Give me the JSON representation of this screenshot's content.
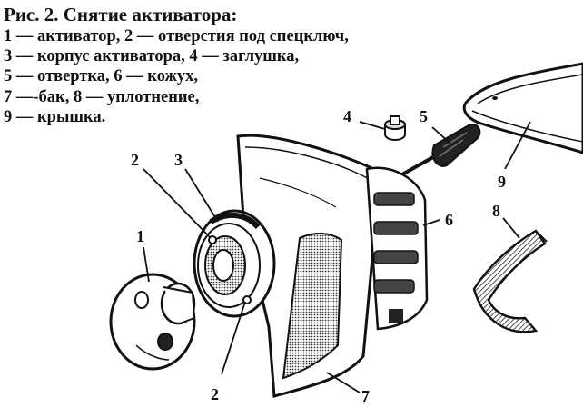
{
  "caption": {
    "title": "Рис. 2. Снятие активатора:",
    "lines": [
      "1 — активатор, 2 — отверстия под спецключ,",
      "3 — корпус активатора, 4 — заглушка,",
      "5 — отвертка, 6 — кожух,",
      "7 —-бак, 8 — уплотнение,",
      "9 — крышка."
    ]
  },
  "callouts": {
    "c1": "1",
    "c2a": "2",
    "c2b": "2",
    "c3": "3",
    "c4": "4",
    "c5": "5",
    "c6": "6",
    "c7": "7",
    "c8": "8",
    "c9": "9"
  }
}
